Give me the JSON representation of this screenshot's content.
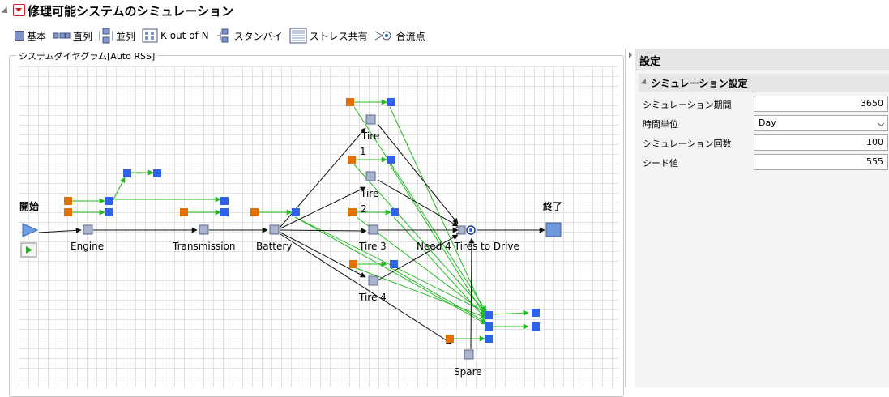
{
  "title": "修理可能システムのシミュレーション",
  "toolbar": {
    "basic": "基本",
    "series": "直列",
    "parallel": "並列",
    "k_out_of_n": "K out of N",
    "standby": "スタンバイ",
    "stress_sharing": "ストレス共有",
    "junction": "合流点"
  },
  "diagram": {
    "label": "システムダイヤグラム[Auto RSS]",
    "start": "開始",
    "end": "終了",
    "nodes": {
      "engine": "Engine",
      "transmission": "Transmission",
      "battery": "Battery",
      "tire1": "Tire",
      "tire1b": "1",
      "tire2": "Tire",
      "tire2b": "2",
      "tire3": "Tire 3",
      "tire4": "Tire 4",
      "need4": "Need 4 Tires to Drive",
      "spare": "Spare"
    }
  },
  "settings": {
    "header": "設定",
    "sim_header": "シミュレーション設定",
    "period_label": "シミュレーション期間",
    "period_value": "3650",
    "unit_label": "時間単位",
    "unit_value": "Day",
    "runs_label": "シミュレーション回数",
    "runs_value": "100",
    "seed_label": "シード値",
    "seed_value": "555"
  },
  "colors": {
    "event_orange": "#e07000",
    "action_blue": "#2e62e8",
    "green_link": "#22bb22",
    "node_gray": "#aab4cf"
  }
}
